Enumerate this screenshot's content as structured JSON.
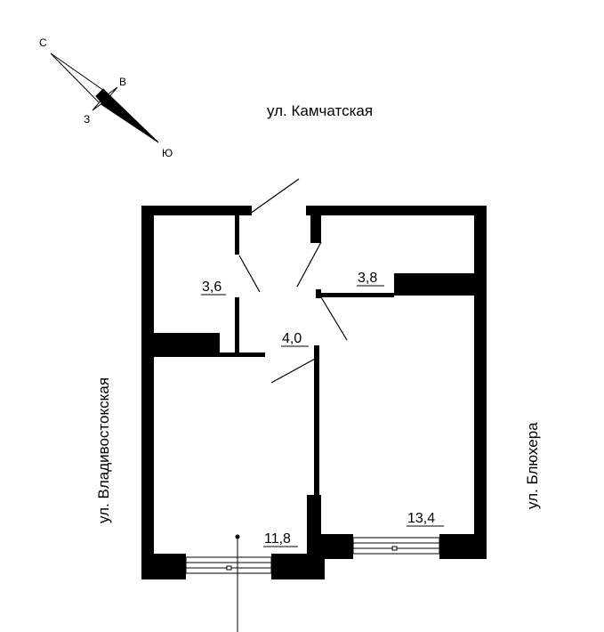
{
  "streets": {
    "north": "ул. Камчатская",
    "west": "ул. Владивостокская",
    "east": "ул. Блюхера"
  },
  "compass": {
    "n": "С",
    "e": "В",
    "s": "Ю",
    "w": "З"
  },
  "rooms": {
    "toilet": "3,6",
    "bath": "3,8",
    "hall": "4,0",
    "room": "11,8",
    "kitchen": "13,4"
  },
  "colors": {
    "wall": "#000000",
    "background": "#ffffff"
  }
}
